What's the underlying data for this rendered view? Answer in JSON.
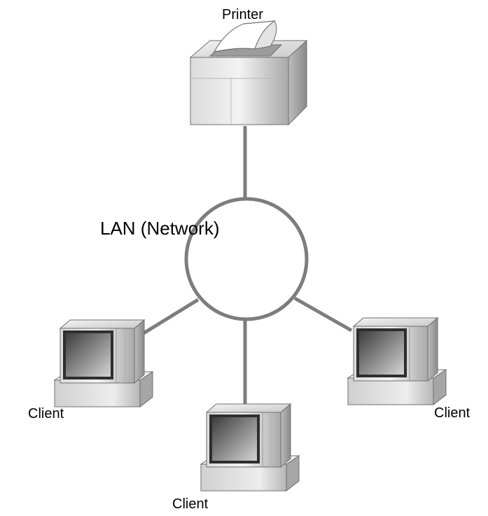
{
  "diagram": {
    "network_label": "LAN (Network)",
    "printer_label": "Printer",
    "client_left_label": "Client",
    "client_bottom_label": "Client",
    "client_right_label": "Client"
  },
  "colors": {
    "link": "#7d7d7d",
    "device_light": "#e6e6e6",
    "device_mid": "#bdbdbd",
    "device_dark": "#8c8c8c",
    "screen": "#555555"
  },
  "icons": {
    "printer": "printer-icon",
    "client": "computer-monitor-icon",
    "network": "network-ring-icon"
  }
}
